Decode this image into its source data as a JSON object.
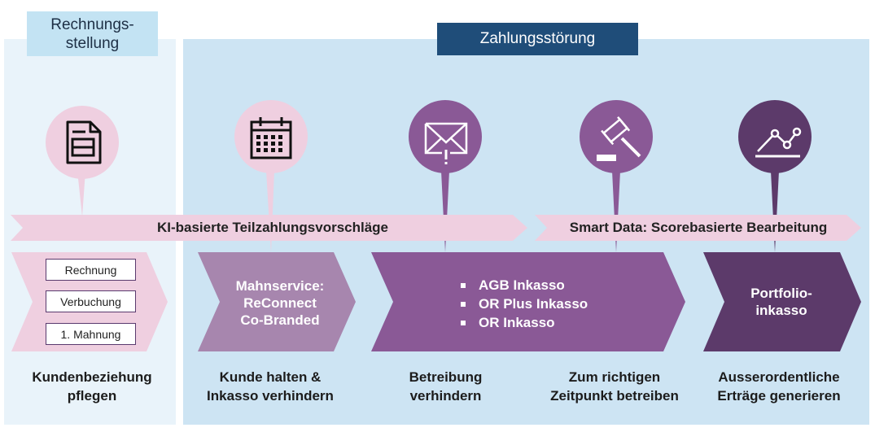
{
  "headers": {
    "left": "Rechnungs-\nstellung",
    "right": "Zahlungsstörung"
  },
  "band": {
    "left_label": "KI-basierte Teilzahlungsvorschläge",
    "right_label": "Smart Data: Scorebasierte Bearbeitung"
  },
  "stage1": {
    "items": [
      "Rechnung",
      "Verbuchung",
      "1. Mahnung"
    ]
  },
  "stage2": {
    "text": "Mahnservice:\nReConnect\nCo-Branded"
  },
  "stage3": {
    "items": [
      "AGB Inkasso",
      "OR Plus Inkasso",
      "OR Inkasso"
    ]
  },
  "stage4": {
    "text": "Portfolio-\ninkasso"
  },
  "captions": [
    "Kundenbeziehung\npflegen",
    "Kunde halten &\nInkasso verhindern",
    "Betreibung\nverhindern",
    "Zum richtigen\nZeitpunkt betreiben",
    "Ausserordentliche\nErträge generieren"
  ],
  "icons": [
    "invoice-icon",
    "calendar-icon",
    "envelope-alert-icon",
    "gavel-icon",
    "line-chart-icon"
  ],
  "colors": {
    "light_panel": "#e9f3fa",
    "blue_panel": "#cde4f3",
    "dark_blue": "#1f4d79",
    "pink": "#efcfe0",
    "lilac": "#a786ae",
    "purple": "#8a5996",
    "dark_purple": "#5c3a6a",
    "icon_purple": "#7a4f8b"
  }
}
